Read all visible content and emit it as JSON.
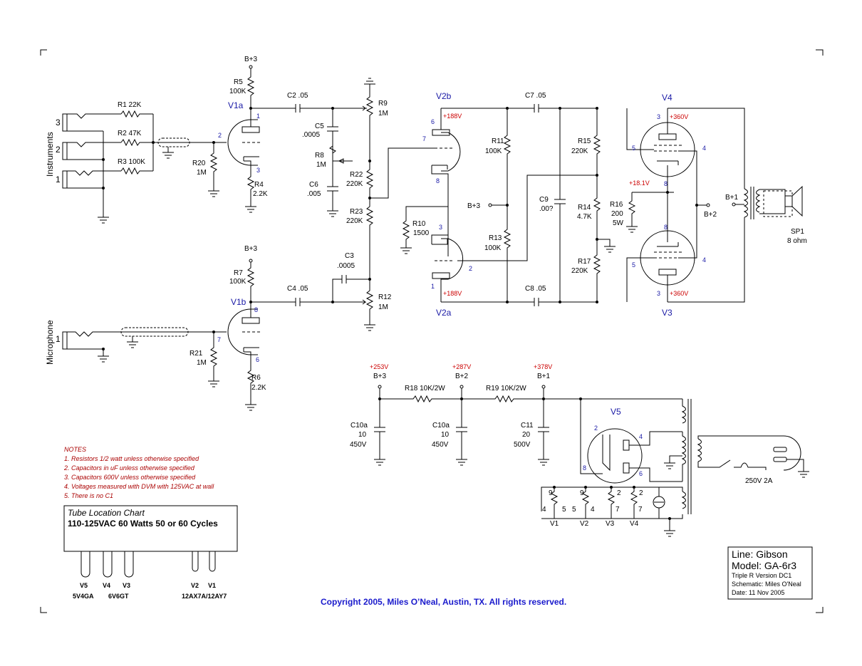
{
  "corner_marks": true,
  "inputs": {
    "group_label": "Instruments",
    "jack_numbers": [
      "3",
      "2",
      "1"
    ],
    "mic_label": "Microphone",
    "mic_number": "1"
  },
  "resistors": {
    "R1": "R1 22K",
    "R2": "R2 47K",
    "R3": "R3 100K",
    "R5": "R5",
    "R5v": "100K",
    "R20": "R20",
    "R20v": "1M",
    "R4": "R4",
    "R4v": "2.2K",
    "R9": "R9",
    "R9v": "1M",
    "R8": "R8",
    "R8v": "1M",
    "R22": "R22",
    "R22v": "220K",
    "R23": "R23",
    "R23v": "220K",
    "R7": "R7",
    "R7v": "100K",
    "R21": "R21",
    "R21v": "1M",
    "R6": "R6",
    "R6v": "2.2K",
    "R12": "R12",
    "R12v": "1M",
    "R10": "R10",
    "R10v": "1500",
    "R11": "R11",
    "R11v": "100K",
    "R13": "R13",
    "R13v": "100K",
    "R15": "R15",
    "R15v": "220K",
    "R14": "R14",
    "R14v": "4.7K",
    "R17": "R17",
    "R17v": "220K",
    "R16": "R16",
    "R16v": "200",
    "R16w": "5W",
    "R18": "R18 10K/2W",
    "R19": "R19 10K/2W"
  },
  "capacitors": {
    "C2": "C2 .05",
    "C5": "C5",
    "C5v": ".0005",
    "C6": "C6",
    "C6v": ".005",
    "C3": "C3",
    "C3v": ".0005",
    "C4": "C4 .05",
    "C7": "C7 .05",
    "C8": "C8 .05",
    "C9": "C9",
    "C9v": ".00?",
    "C10a_1": "C10a",
    "C10a_1v": "10",
    "C10a_1w": "450V",
    "C10a_2": "C10a",
    "C10a_2v": "10",
    "C10a_2w": "450V",
    "C11": "C11",
    "C11v": "20",
    "C11w": "500V"
  },
  "tubes": {
    "V1a": "V1a",
    "V1b": "V1b",
    "V2b": "V2b",
    "V2a": "V2a",
    "V4": "V4",
    "V3": "V3",
    "V5": "V5"
  },
  "pins": {
    "v1a": [
      "1",
      "2",
      "3"
    ],
    "v1b": [
      "8",
      "7",
      "6"
    ],
    "v2b": [
      "6",
      "7",
      "8"
    ],
    "v2a": [
      "3",
      "2",
      "1"
    ],
    "v4": [
      "3",
      "5",
      "4",
      "8"
    ],
    "v3": [
      "8",
      "5",
      "4",
      "3"
    ],
    "v5": [
      "2",
      "4",
      "6",
      "8"
    ]
  },
  "supply": {
    "Bp3": "B+3",
    "Bp2": "B+2",
    "Bp1": "B+1",
    "Bp3_node": "B+3"
  },
  "voltages": {
    "v2b_plate": "+188V",
    "v2a_plate": "+188V",
    "v4_plate": "+360V",
    "v3_plate": "+360V",
    "cathode": "+18.1V",
    "bp3": "+253V",
    "bp2": "+287V",
    "bp1": "+378V"
  },
  "speaker": {
    "name": "SP1",
    "imp": "8 ohm"
  },
  "fuse": "250V 2A",
  "heater_labels": [
    "V1",
    "V2",
    "V3",
    "V4"
  ],
  "heater_pins": [
    "9",
    "4",
    "5",
    "9",
    "5",
    "4",
    "2",
    "7",
    "2",
    "7"
  ],
  "notes": {
    "title": "NOTES",
    "items": [
      "1. Resistors 1/2 watt unless otherwise specified",
      "2. Capacitors in uF unless otherwise specified",
      "3. Capacitors 600V unless otherwise specified",
      "4. Voltages measured with DVM with 125VAC at wall",
      "5. There is no C1"
    ]
  },
  "tube_chart": {
    "title": "Tube Location Chart",
    "subtitle": "110-125VAC 60 Watts 50 or 60 Cycles",
    "positions": [
      "V5",
      "V4",
      "V3",
      "V2",
      "V1"
    ],
    "types": [
      "5V4GA",
      "6V6GT",
      "12AX7A/12AY7"
    ]
  },
  "title_block": {
    "line": "Line: Gibson",
    "model": "Model: GA-6r3",
    "version": "Triple R Version DC1",
    "schematic": "Schematic: Miles O'Neal",
    "date": "Date: 11 Nov 2005"
  },
  "copyright": "Copyright 2005, Miles O’Neal, Austin, TX.  All rights reserved."
}
